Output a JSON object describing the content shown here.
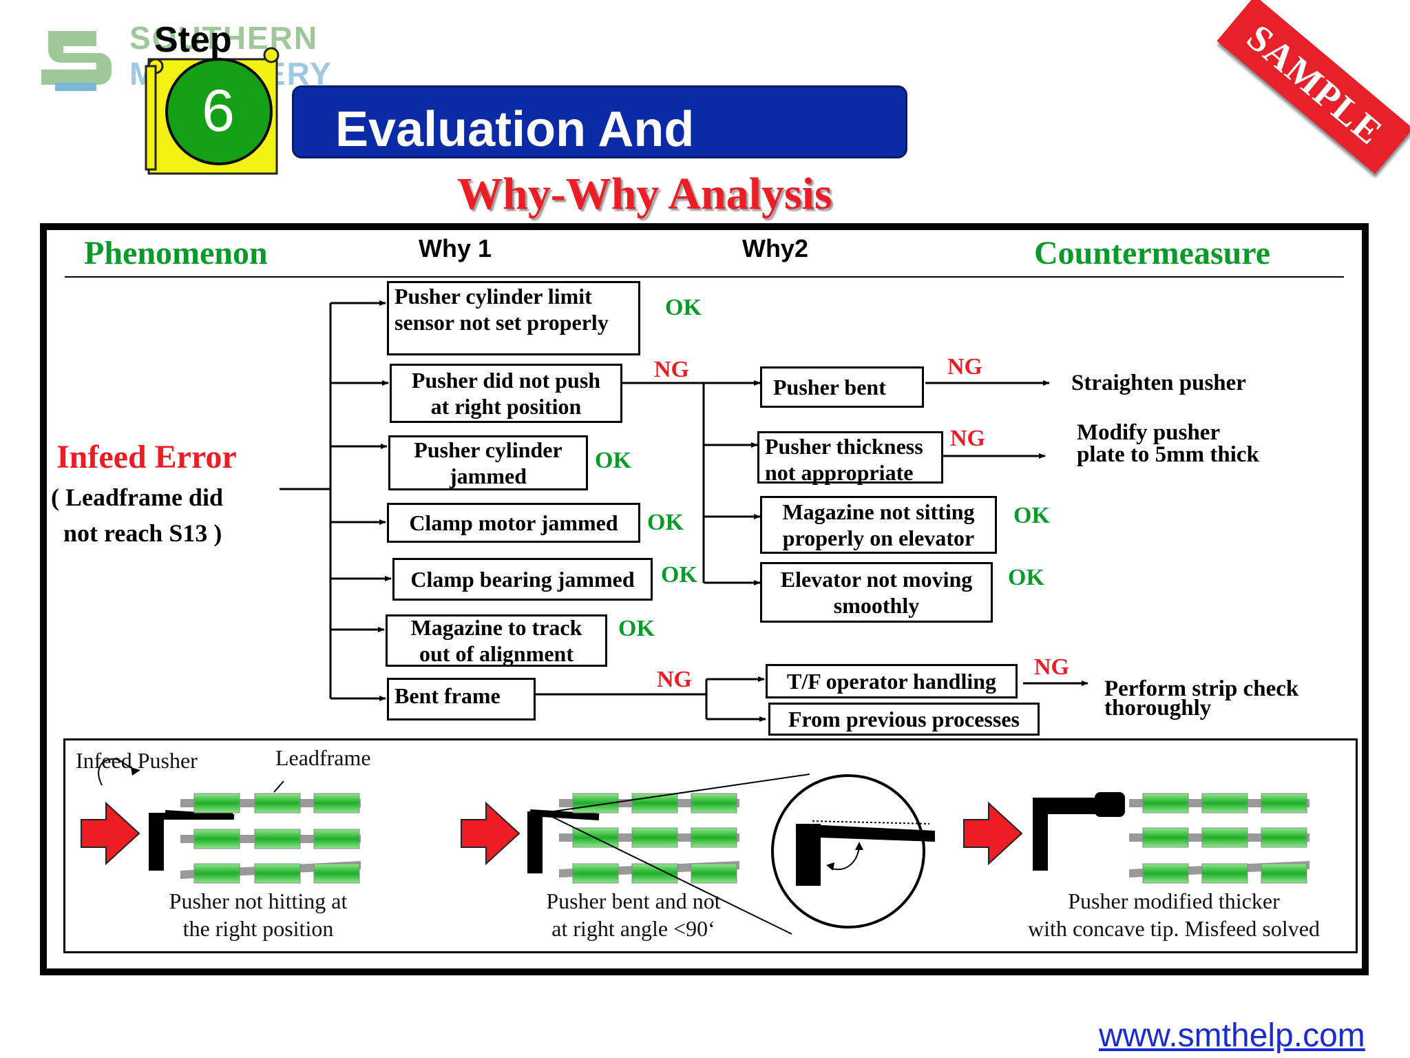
{
  "header": {
    "logo_text_line1": "SOUTHERN",
    "logo_text_line2": "MACHINERY",
    "step_label": "Step",
    "step_number": "6",
    "banner_title": "Evaluation And",
    "subtitle": "Why-Why Analysis",
    "sample_stamp": "SAMPLE"
  },
  "columns": {
    "phenomenon": "Phenomenon",
    "why1": "Why 1",
    "why2": "Why2",
    "countermeasure": "Countermeasure"
  },
  "phenomenon": {
    "title": "Infeed Error",
    "detail_line1": "( Leadframe did",
    "detail_line2": "not reach S13 )"
  },
  "why1": [
    {
      "line1": "Pusher cylinder limit",
      "line2": "sensor not set properly",
      "status": "OK"
    },
    {
      "line1": "Pusher did not push",
      "line2": "at right position",
      "status": "NG"
    },
    {
      "line1": "Pusher cylinder",
      "line2": "jammed",
      "status": "OK"
    },
    {
      "line1": "Clamp motor jammed",
      "line2": "",
      "status": "OK"
    },
    {
      "line1": "Clamp bearing jammed",
      "line2": "",
      "status": "OK"
    },
    {
      "line1": "Magazine to track",
      "line2": "out of alignment",
      "status": "OK"
    },
    {
      "line1": "Bent frame",
      "line2": "",
      "status": "NG"
    }
  ],
  "why2": [
    {
      "line1": "Pusher bent",
      "line2": "",
      "status": "NG"
    },
    {
      "line1": "Pusher thickness",
      "line2": "not appropriate",
      "status": "NG"
    },
    {
      "line1": "Magazine not sitting",
      "line2": "properly on elevator",
      "status": "OK"
    },
    {
      "line1": "Elevator not moving",
      "line2": "smoothly",
      "status": "OK"
    },
    {
      "line1": "T/F operator handling",
      "line2": "",
      "status": "NG"
    },
    {
      "line1": "From previous processes",
      "line2": "",
      "status": ""
    }
  ],
  "countermeasures": [
    {
      "line1": "Straighten pusher",
      "line2": ""
    },
    {
      "line1": "Modify pusher",
      "line2": "plate to 5mm thick"
    },
    {
      "line1": "Perform strip  check",
      "line2": "thoroughly"
    }
  ],
  "illustration": {
    "label_pusher": "Infeed Pusher",
    "label_leadframe": "Leadframe",
    "captions": [
      {
        "line1": "Pusher not hitting at",
        "line2": "the right position"
      },
      {
        "line1": "Pusher bent  and not",
        "line2": "at right angle <90‘"
      },
      {
        "line1": "Pusher modified thicker",
        "line2": "with concave tip. Misfeed solved"
      }
    ]
  },
  "footer": {
    "url": "www.smthelp.com"
  },
  "colors": {
    "banner_blue": "#0a2aa6",
    "ok_green": "#0a9a2a",
    "ng_red": "#ee1c24",
    "step_yellow": "#f2f212",
    "step_circle_green": "#14a014"
  }
}
